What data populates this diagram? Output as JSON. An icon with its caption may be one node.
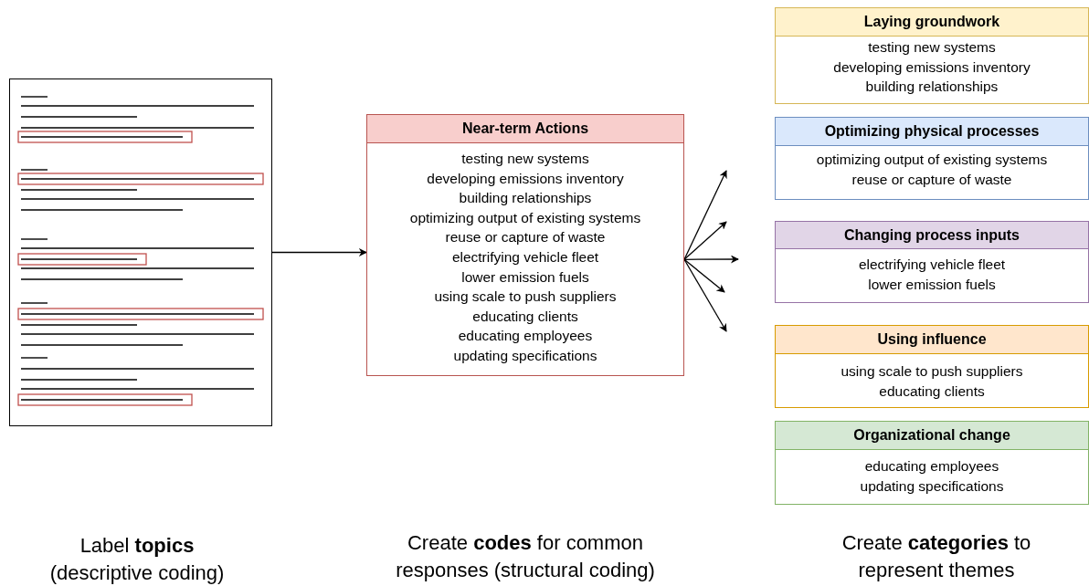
{
  "diagram": {
    "nodes": [
      {
        "text": [],
        "shape": "document"
      },
      {
        "text": [
          "Near-term Actions",
          "testing new systems",
          "developing emissions inventory",
          "building relationships",
          "optimizing output of existing systems",
          "reuse or capture of waste",
          "electrifying vehicle fleet",
          "lower emission fuels",
          "using scale to push suppliers",
          "educating clients",
          "educating employees",
          "updating specifications"
        ]
      },
      {
        "text": [
          "Laying groundwork",
          "testing new systems",
          "developing emissions inventory",
          "building relationships"
        ]
      },
      {
        "text": [
          "Optimizing physical processes",
          "optimizing output of existing systems",
          "reuse or capture of waste"
        ]
      },
      {
        "text": [
          "Changing process inputs",
          "electrifying vehicle fleet",
          "lower emission fuels"
        ]
      },
      {
        "text": [
          "Using influence",
          "using scale to push suppliers",
          "educating clients"
        ]
      },
      {
        "text": [
          "Organizational change",
          "educating employees",
          "updating specifications"
        ]
      }
    ],
    "edges": [
      {
        "from": 0,
        "to": 1,
        "arrow": "to"
      },
      {
        "from": 1,
        "to": null,
        "arrow": "to"
      },
      {
        "from": 1,
        "to": null,
        "arrow": "to"
      },
      {
        "from": 1,
        "to": null,
        "arrow": "to"
      },
      {
        "from": 1,
        "to": null,
        "arrow": "to"
      },
      {
        "from": 1,
        "to": null,
        "arrow": "to"
      }
    ],
    "labels": [
      "Label **topics** (descriptive coding)",
      "Create **codes** for common responses (structural coding)",
      "Create **categories** to represent themes"
    ]
  }
}
